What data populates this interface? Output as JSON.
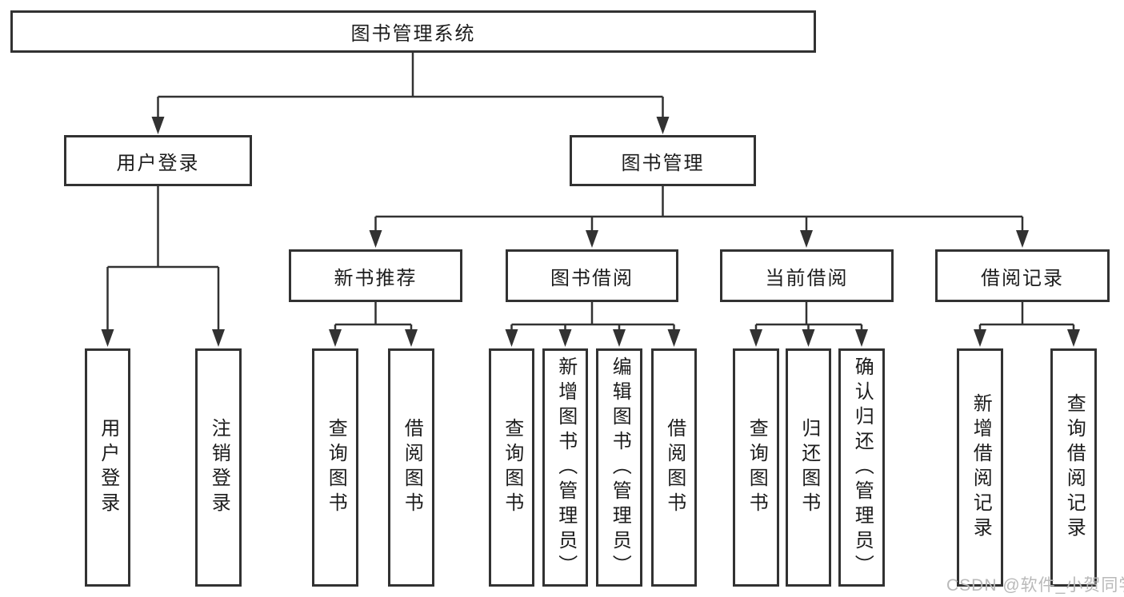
{
  "title": "图书管理系统",
  "tree": {
    "label": "图书管理系统",
    "children": [
      {
        "label": "用户登录",
        "children": [
          {
            "label": "用户登录"
          },
          {
            "label": "注销登录"
          }
        ]
      },
      {
        "label": "图书管理",
        "children": [
          {
            "label": "新书推荐",
            "children": [
              {
                "label": "查询图书"
              },
              {
                "label": "借阅图书"
              }
            ]
          },
          {
            "label": "图书借阅",
            "children": [
              {
                "label": "查询图书"
              },
              {
                "label": "新增图书（管理员）"
              },
              {
                "label": "编辑图书（管理员）"
              },
              {
                "label": "借阅图书"
              }
            ]
          },
          {
            "label": "当前借阅",
            "children": [
              {
                "label": "查询图书"
              },
              {
                "label": "归还图书"
              },
              {
                "label": "确认归还（管理员）"
              }
            ]
          },
          {
            "label": "借阅记录",
            "children": [
              {
                "label": "新增借阅记录"
              },
              {
                "label": "查询借阅记录"
              }
            ]
          }
        ]
      }
    ]
  },
  "watermark": "CSDN @软件_小贺同学",
  "colors": {
    "line": "#323232",
    "box_border": "#323232",
    "box_fill": "#ffffff",
    "text": "#1c1c1c",
    "watermark": "#b9b9b9"
  }
}
